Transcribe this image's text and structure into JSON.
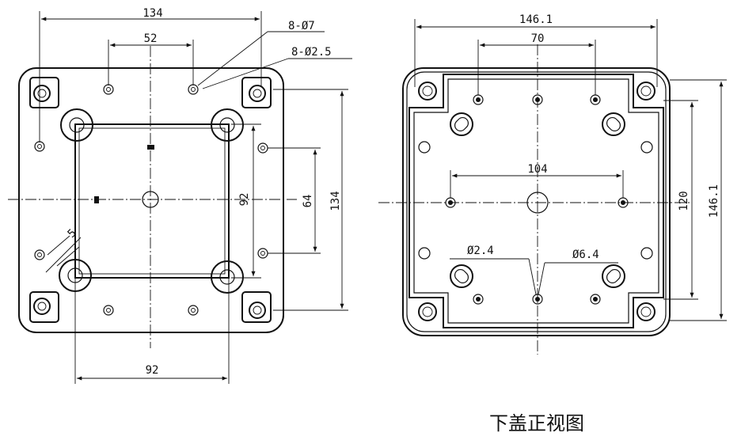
{
  "left_view": {
    "dim_overall_width": "134",
    "dim_hole_spacing_top": "52",
    "callout_holes_large": "8-Ø7",
    "callout_holes_small": "8-Ø2.5",
    "dim_inner_height": "92",
    "dim_hole_spacing_side": "64",
    "dim_overall_height": "134",
    "dim_chamfer": "5",
    "dim_bottom_width": "92"
  },
  "right_view": {
    "dim_overall_width": "146.1",
    "dim_hole_spacing_top": "70",
    "dim_center_holes": "104",
    "callout_small_hole": "Ø2.4",
    "callout_large_hole": "Ø6.4",
    "dim_inner_height": "120",
    "dim_overall_height": "146.1"
  },
  "caption": "下盖正视图"
}
